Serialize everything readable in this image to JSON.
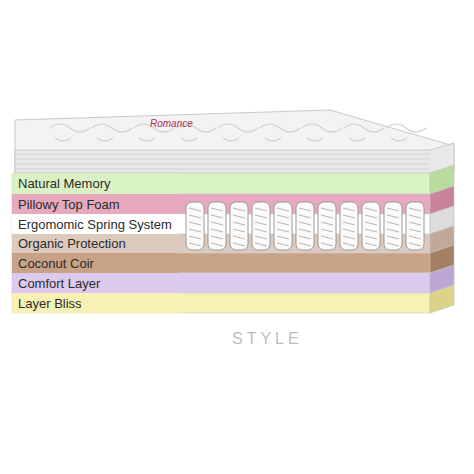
{
  "diagram": {
    "nodes": [
      {
        "text": [
          "Natural Memory"
        ]
      },
      {
        "text": [
          "Pillowy Top Foam"
        ]
      },
      {
        "text": [
          "Ergomomic Spring System"
        ]
      },
      {
        "text": [
          "Organic Protection"
        ]
      },
      {
        "text": [
          "Coconut Coir"
        ]
      },
      {
        "text": [
          "Comfort Layer"
        ]
      },
      {
        "text": [
          "Layer Bliss"
        ]
      }
    ],
    "labels": [
      "Romance",
      "STYLE"
    ]
  }
}
